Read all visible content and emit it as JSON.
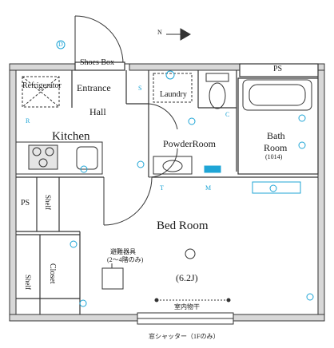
{
  "north_label": "N",
  "rooms": {
    "shoes_box": "Shoes Box",
    "refrigerator": "Refrigerator",
    "entrance": "Entrance",
    "laundry": "Laundry",
    "ps_top": "PS",
    "hall": "Hall",
    "kitchen": "Kitchen",
    "powder_room": "PowderRoom",
    "bath_room_line1": "Bath",
    "bath_room_line2": "Room",
    "bath_room_size": "(1014)",
    "ps_left": "PS",
    "shelf_left": "Shelf",
    "bed_room": "Bed Room",
    "bed_room_size": "(6.2J)",
    "evac_line1": "避難器具",
    "evac_line2": "(2～4階のみ)",
    "shelf_closet_shelf": "Shelf",
    "closet": "Closet",
    "indoor_dryer": "室内物干",
    "window_shutter": "窓シャッター（1Fのみ）"
  },
  "fixtures": {
    "sink_d": "D",
    "outlet_r": "R",
    "outlet_c": "C",
    "outlet_t": "T",
    "outlet_m": "M",
    "cabinet_s": "S"
  },
  "colors": {
    "wall": "#333333",
    "accent": "#1fa5d6",
    "fill": "#e5e5e5"
  }
}
